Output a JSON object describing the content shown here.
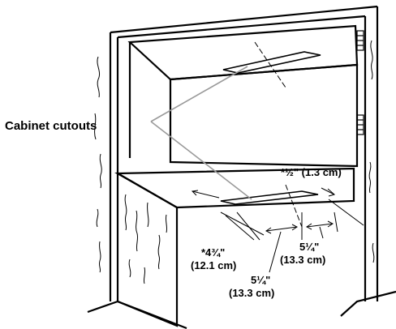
{
  "labels": {
    "cabinet_cutouts": "Cabinet cutouts",
    "depth_offset_imperial": "*½\" (1.3 cm)",
    "width_imperial": "*4¾\"",
    "width_metric": "(12.1 cm)",
    "center_left_imperial": "5¼\"",
    "center_left_metric": "(13.3 cm)",
    "center_right_imperial": "5¼\"",
    "center_right_metric": "(13.3 cm)"
  },
  "colors": {
    "line": "#000000",
    "leader": "#9a9a9a",
    "background": "#ffffff"
  }
}
